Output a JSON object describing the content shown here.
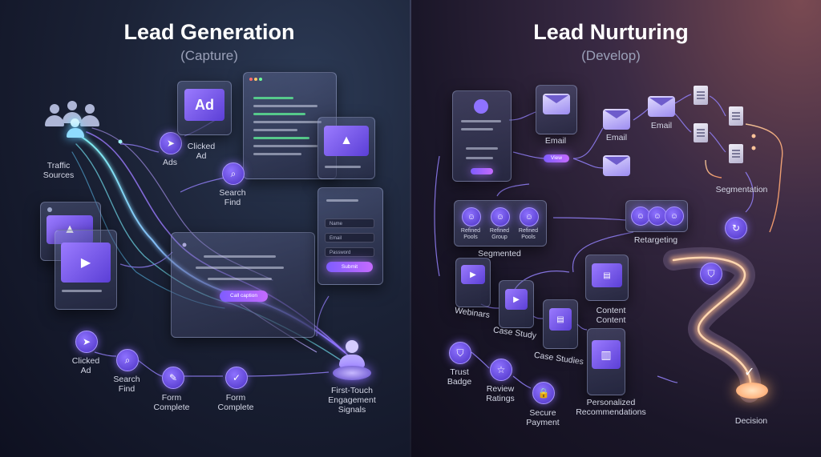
{
  "left": {
    "title": "Lead Generation",
    "subtitle": "(Capture)",
    "labels": {
      "traffic_sources": "Traffic\nSources",
      "ads": "Ads",
      "clicked_ad_top": "Clicked\nAd",
      "search_find_top": "Search\nFind",
      "clicked_ad_bottom": "Clicked\nAd",
      "search_find_bottom": "Search\nFind",
      "form_complete_1": "Form\nComplete",
      "form_complete_2": "Form\nComplete",
      "first_touch": "First-Touch\nEngagement\nSignals"
    },
    "ad_card_text": "Ad",
    "form_fields": [
      "Name",
      "Email",
      "Password"
    ],
    "submit_label": "Submit",
    "cta_label": "Call caption"
  },
  "right": {
    "title": "Lead Nurturing",
    "subtitle": "(Develop)",
    "labels": {
      "email_1": "Email",
      "email_2": "Email",
      "email_3": "Email",
      "view": "View",
      "segmentation": "Segmentation",
      "segmented": "Segmented",
      "retargeting": "Retargeting",
      "webinars": "Webinars",
      "case_study": "Case Study",
      "case_studies": "Case Studies",
      "content": "Content\nContent",
      "trust_badge": "Trust\nBadge",
      "review_ratings": "Review\nRatings",
      "secure_payment": "Secure\nPayment",
      "personalized": "Personalized\nRecommendations",
      "decision": "Decision"
    },
    "pools": [
      {
        "label": "Refined\nPools"
      },
      {
        "label": "Refined\nGroup"
      },
      {
        "label": "Refined\nPools"
      }
    ]
  },
  "colors": {
    "accent_purple": "#7f5cff",
    "flow_cyan": "#5fe0e6",
    "flow_orange": "#ffb07a"
  }
}
